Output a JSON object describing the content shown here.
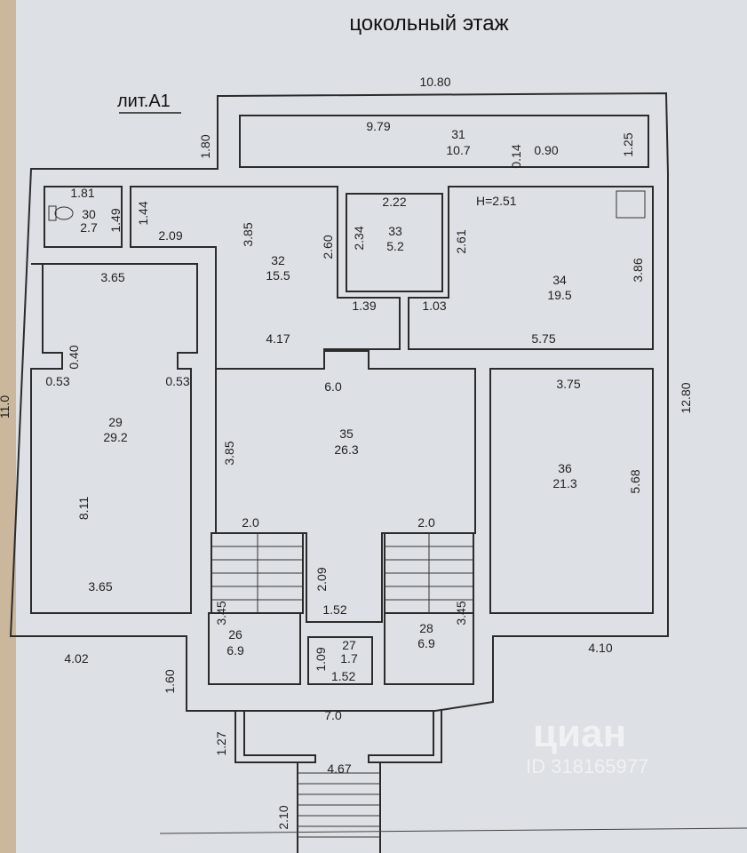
{
  "title": "цокольный этаж",
  "block_label": "лит.А1",
  "height_label": "H=2.51",
  "rooms": [
    {
      "number": "31",
      "area": "10.7"
    },
    {
      "number": "30",
      "area": "2.7"
    },
    {
      "number": "32",
      "area": "15.5"
    },
    {
      "number": "33",
      "area": "5.2"
    },
    {
      "number": "34",
      "area": "19.5"
    },
    {
      "number": "29",
      "area": "29.2"
    },
    {
      "number": "35",
      "area": "26.3"
    },
    {
      "number": "36",
      "area": "21.3"
    },
    {
      "number": "26",
      "area": "6.9"
    },
    {
      "number": "27",
      "area": "1.7"
    },
    {
      "number": "28",
      "area": "6.9"
    }
  ],
  "dimensions": [
    "10.80",
    "9.79",
    "1.80",
    "0.14",
    "0.90",
    "1.25",
    "1.81",
    "1.49",
    "1.44",
    "2.09",
    "3.85",
    "2.60",
    "2.22",
    "2.34",
    "2.61",
    "3.86",
    "3.65",
    "1.39",
    "1.03",
    "4.17",
    "5.75",
    "0.40",
    "0.53",
    "0.53",
    "6.0",
    "3.75",
    "11.0",
    "12.80",
    "3.85",
    "8.11",
    "5.68",
    "2.0",
    "2.0",
    "2.09",
    "3.65",
    "3.45",
    "1.52",
    "3.45",
    "4.02",
    "4.10",
    "1.09",
    "1.52",
    "1.60",
    "7.0",
    "1.27",
    "4.67",
    "2.10"
  ],
  "watermark": {
    "brand": "циан",
    "id": "ID 318165977"
  }
}
